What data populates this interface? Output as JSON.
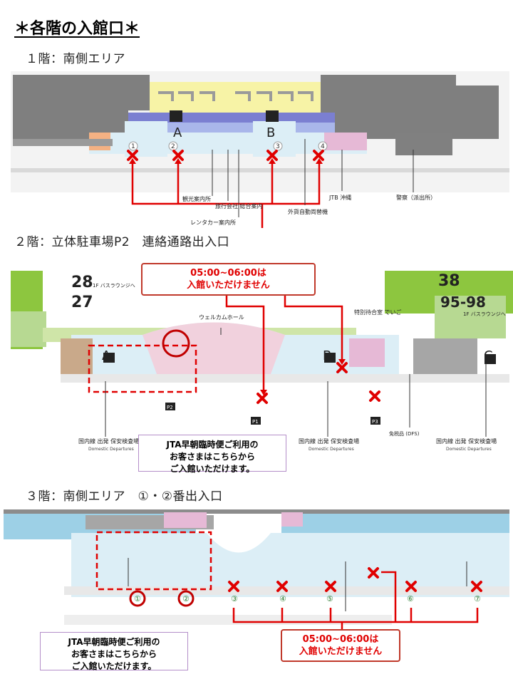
{
  "title": "＊各階の入館口＊",
  "floor1": {
    "label": "１階：南側エリア",
    "gate_a": "A",
    "gate_b": "B",
    "door_numbers": [
      "1",
      "2",
      "3",
      "4"
    ],
    "facilities": {
      "tourist_info": "観光案内所",
      "travel_agency": "旅行会社\n総合案内",
      "rental_car": "レンタカー案内所",
      "jtb": "JTB 沖縄",
      "currency_exchange": "外貨自動両替機",
      "police": "警察（派出所）"
    }
  },
  "floor2": {
    "label": "２階：立体駐車場P2　連絡通路出入口",
    "gate_numbers": {
      "g28": "28",
      "g27": "27",
      "g38": "38",
      "g9598": "95-98"
    },
    "bus_lounge": "1F バスラウンジへ",
    "welcome_hall": "ウェルカムホール",
    "special_waiting": "特別待合室\nでいご",
    "gates": [
      "A",
      "B",
      "C"
    ],
    "parking": [
      "P1",
      "P2",
      "P3"
    ],
    "duty_free": "免税品\n(DFS)",
    "domestic_security": "国内線 出発 保安検査場",
    "domestic_departures": "Domestic Departures",
    "notice": "05:00~06:00は\n入館いただけません",
    "jta_note": "JTA早朝臨時便ご利用の\nお客さまはこちらから\nご入館いただけます。"
  },
  "floor3": {
    "label": "３階：南側エリア　①・②番出入口",
    "door_numbers": [
      "①",
      "②",
      "③",
      "④",
      "⑤",
      "⑥",
      "⑦"
    ],
    "notice": "05:00~06:00は\n入館いただけません",
    "jta_note": "JTA早朝臨時便ご利用の\nお客さまはこちらから\nご入館いただけます。"
  },
  "colors": {
    "accent_red": "#e00000",
    "map_green": "#8dc63f",
    "map_blue": "#dceef6",
    "map_gray": "#808080",
    "callout_purple": "#b48ec9"
  }
}
